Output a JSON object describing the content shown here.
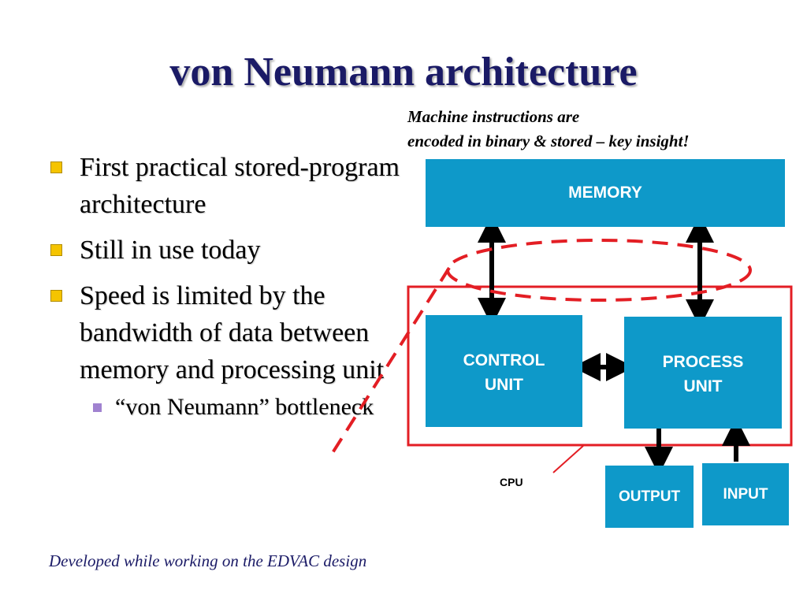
{
  "slide": {
    "title": "von Neumann architecture",
    "annotation": {
      "line1": "Machine instructions are",
      "line2": "encoded in binary & stored – key insight!"
    },
    "bullets": [
      "First practical stored-program architecture",
      "Still in use today",
      "Speed is limited by the bandwidth of data between memory and processing unit"
    ],
    "sub_bullets": [
      "“von Neumann” bottleneck"
    ],
    "footer": "Developed while working on the EDVAC design"
  },
  "diagram": {
    "memory": "MEMORY",
    "control_unit": [
      "CONTROL",
      "UNIT"
    ],
    "process_unit": [
      "PROCESS",
      "UNIT"
    ],
    "output": "OUTPUT",
    "input": "INPUT",
    "cpu_label": "CPU"
  },
  "colors": {
    "title": "#1a1a66",
    "box_fill": "#0e99c9",
    "bullet_marker": "#f5c400",
    "sub_bullet_marker": "#a082d0",
    "cpu_outline": "#e31e24",
    "bottleneck_dashes": "#e31e24"
  }
}
